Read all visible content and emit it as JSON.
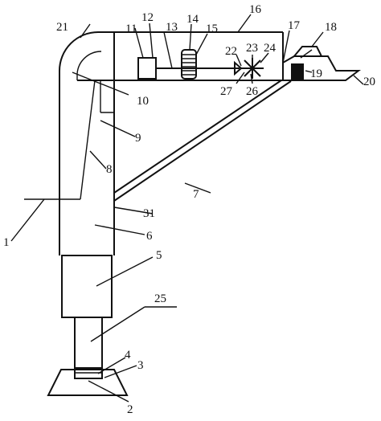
{
  "figure": {
    "labels": [
      {
        "id": "1",
        "text": "1"
      },
      {
        "id": "2",
        "text": "2"
      },
      {
        "id": "3",
        "text": "3"
      },
      {
        "id": "4",
        "text": "4"
      },
      {
        "id": "5",
        "text": "5"
      },
      {
        "id": "6",
        "text": "6"
      },
      {
        "id": "7",
        "text": "7"
      },
      {
        "id": "8",
        "text": "8"
      },
      {
        "id": "9",
        "text": "9"
      },
      {
        "id": "10",
        "text": "10"
      },
      {
        "id": "11",
        "text": "11"
      },
      {
        "id": "12",
        "text": "12"
      },
      {
        "id": "13",
        "text": "13"
      },
      {
        "id": "14",
        "text": "14"
      },
      {
        "id": "15",
        "text": "15"
      },
      {
        "id": "16",
        "text": "16"
      },
      {
        "id": "17",
        "text": "17"
      },
      {
        "id": "18",
        "text": "18"
      },
      {
        "id": "19",
        "text": "19"
      },
      {
        "id": "20",
        "text": "20"
      },
      {
        "id": "21",
        "text": "21"
      },
      {
        "id": "22",
        "text": "22"
      },
      {
        "id": "23",
        "text": "23"
      },
      {
        "id": "24",
        "text": "24"
      },
      {
        "id": "25",
        "text": "25"
      },
      {
        "id": "26",
        "text": "26"
      },
      {
        "id": "27",
        "text": "27"
      },
      {
        "id": "31",
        "text": "31"
      }
    ]
  }
}
